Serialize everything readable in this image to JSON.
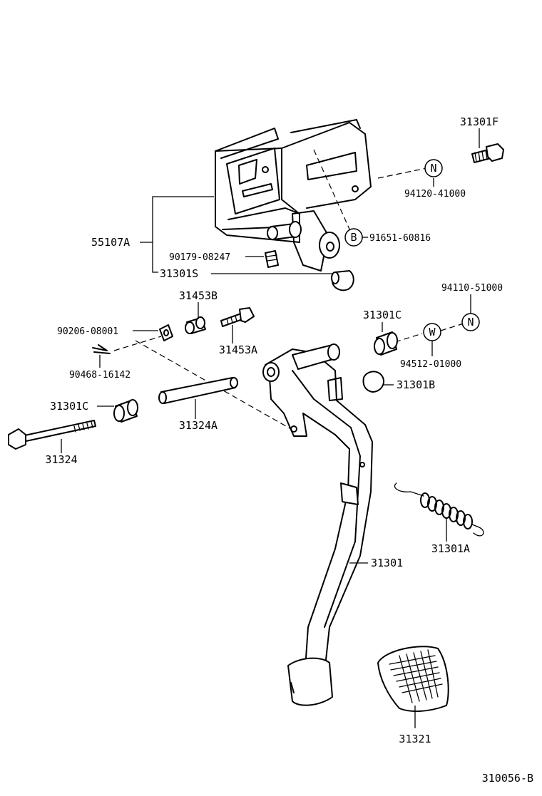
{
  "labels": {
    "p31301F": "31301F",
    "p94120": "94120-41000",
    "p91651": "91651-60816",
    "p55107A": "55107A",
    "p90179": "90179-08247",
    "p31301S": "31301S",
    "p94110": "94110-51000",
    "p31453B": "31453B",
    "p31453A": "31453A",
    "p31301C_right": "31301C",
    "p90206": "90206-08001",
    "p90468": "90468-16142",
    "p94512": "94512-01000",
    "p31301B": "31301B",
    "p31301C_left": "31301C",
    "p31324A": "31324A",
    "p31324": "31324",
    "p31301A": "31301A",
    "p31301": "31301",
    "p31321": "31321",
    "figure_code": "310056-B"
  },
  "markers": {
    "N_top": "N",
    "B": "B",
    "N_right": "N",
    "W": "W"
  }
}
